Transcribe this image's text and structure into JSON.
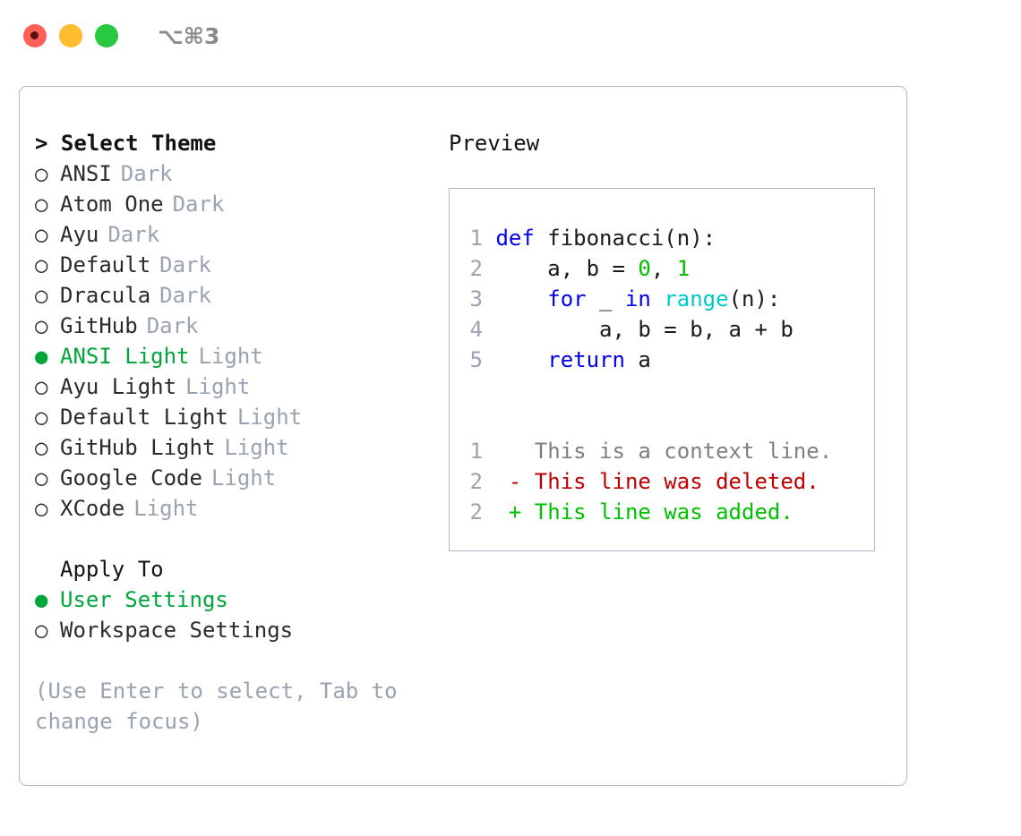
{
  "titlebar": {
    "lights": [
      {
        "name": "close",
        "color": "#ff5f57"
      },
      {
        "name": "minimize",
        "color": "#febc2e"
      },
      {
        "name": "zoom",
        "color": "#28c840"
      }
    ],
    "shortcut": "⌥⌘3"
  },
  "theme_picker": {
    "heading": "> Select Theme",
    "bullet_on": "●",
    "bullet_off": "○",
    "accent": "#00a63c",
    "items": [
      {
        "bullet": "○",
        "label": "ANSI",
        "kind": "Dark",
        "selected": false
      },
      {
        "bullet": "○",
        "label": "Atom One",
        "kind": "Dark",
        "selected": false
      },
      {
        "bullet": "○",
        "label": "Ayu",
        "kind": "Dark",
        "selected": false
      },
      {
        "bullet": "○",
        "label": "Default",
        "kind": "Dark",
        "selected": false
      },
      {
        "bullet": "○",
        "label": "Dracula",
        "kind": "Dark",
        "selected": false
      },
      {
        "bullet": "○",
        "label": "GitHub",
        "kind": "Dark",
        "selected": false
      },
      {
        "bullet": "●",
        "label": "ANSI Light",
        "kind": "Light",
        "selected": true
      },
      {
        "bullet": "○",
        "label": "Ayu Light",
        "kind": "Light",
        "selected": false
      },
      {
        "bullet": "○",
        "label": "Default Light",
        "kind": "Light",
        "selected": false
      },
      {
        "bullet": "○",
        "label": "GitHub Light",
        "kind": "Light",
        "selected": false
      },
      {
        "bullet": "○",
        "label": "Google Code",
        "kind": "Light",
        "selected": false
      },
      {
        "bullet": "○",
        "label": "XCode",
        "kind": "Light",
        "selected": false
      }
    ]
  },
  "apply_to": {
    "heading": "Apply To",
    "items": [
      {
        "bullet": "●",
        "label": "User Settings",
        "selected": true
      },
      {
        "bullet": "○",
        "label": "Workspace Settings",
        "selected": false
      }
    ]
  },
  "hint": "(Use Enter to select, Tab to change focus)",
  "preview": {
    "title": "Preview",
    "code_lines": [
      {
        "number": "1",
        "tokens": [
          {
            "text": "def ",
            "style": "kw"
          },
          {
            "text": "fibonacci(n):",
            "style": "fn"
          }
        ]
      },
      {
        "number": "2",
        "tokens": [
          {
            "text": "    a, b = ",
            "style": "fn"
          },
          {
            "text": "0",
            "style": "num"
          },
          {
            "text": ", ",
            "style": "fn"
          },
          {
            "text": "1",
            "style": "num"
          }
        ]
      },
      {
        "number": "3",
        "tokens": [
          {
            "text": "    ",
            "style": "fn"
          },
          {
            "text": "for",
            "style": "kw"
          },
          {
            "text": " _ ",
            "style": "fn"
          },
          {
            "text": "in",
            "style": "kw"
          },
          {
            "text": " ",
            "style": "fn"
          },
          {
            "text": "range",
            "style": "bi"
          },
          {
            "text": "(n):",
            "style": "fn"
          }
        ]
      },
      {
        "number": "4",
        "tokens": [
          {
            "text": "        a, b = b, a + b",
            "style": "fn"
          }
        ]
      },
      {
        "number": "5",
        "tokens": [
          {
            "text": "    ",
            "style": "fn"
          },
          {
            "text": "return",
            "style": "kw"
          },
          {
            "text": " a",
            "style": "fn"
          }
        ]
      }
    ],
    "diff_lines": [
      {
        "number": "1",
        "marker": " ",
        "text": " This is a context line.",
        "style": "ctx"
      },
      {
        "number": "2",
        "marker": "-",
        "text": " This line was deleted.",
        "style": "del"
      },
      {
        "number": "2",
        "marker": "+",
        "text": " This line was added.",
        "style": "add"
      }
    ]
  },
  "colors": {
    "accent_green": "#00a63c",
    "keyword_blue": "#0000ee",
    "builtin_cyan": "#00c8c8",
    "number_green": "#00c000",
    "diff_delete_red": "#c00000",
    "diff_add_green": "#00c000",
    "muted_gray": "#9aa3b0",
    "border": "#aeb8c7"
  }
}
